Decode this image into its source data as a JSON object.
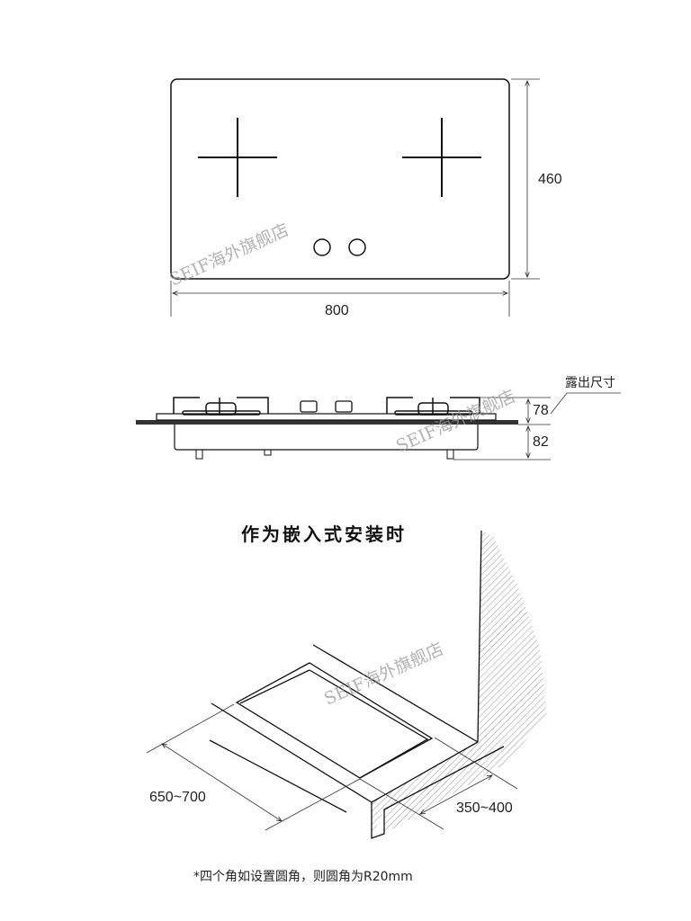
{
  "top_view": {
    "width_label": "800",
    "height_label": "460"
  },
  "side_view": {
    "exposed_label": "露出尺寸",
    "top_height_label": "78",
    "bottom_height_label": "82"
  },
  "install": {
    "title": "作为嵌入式安装时",
    "depth_label": "650~700",
    "wall_gap_label": "350~400",
    "footnote": "*四个角如设置圆角，则圆角为R20mm"
  },
  "watermark": "SEIF海外旗舰店"
}
